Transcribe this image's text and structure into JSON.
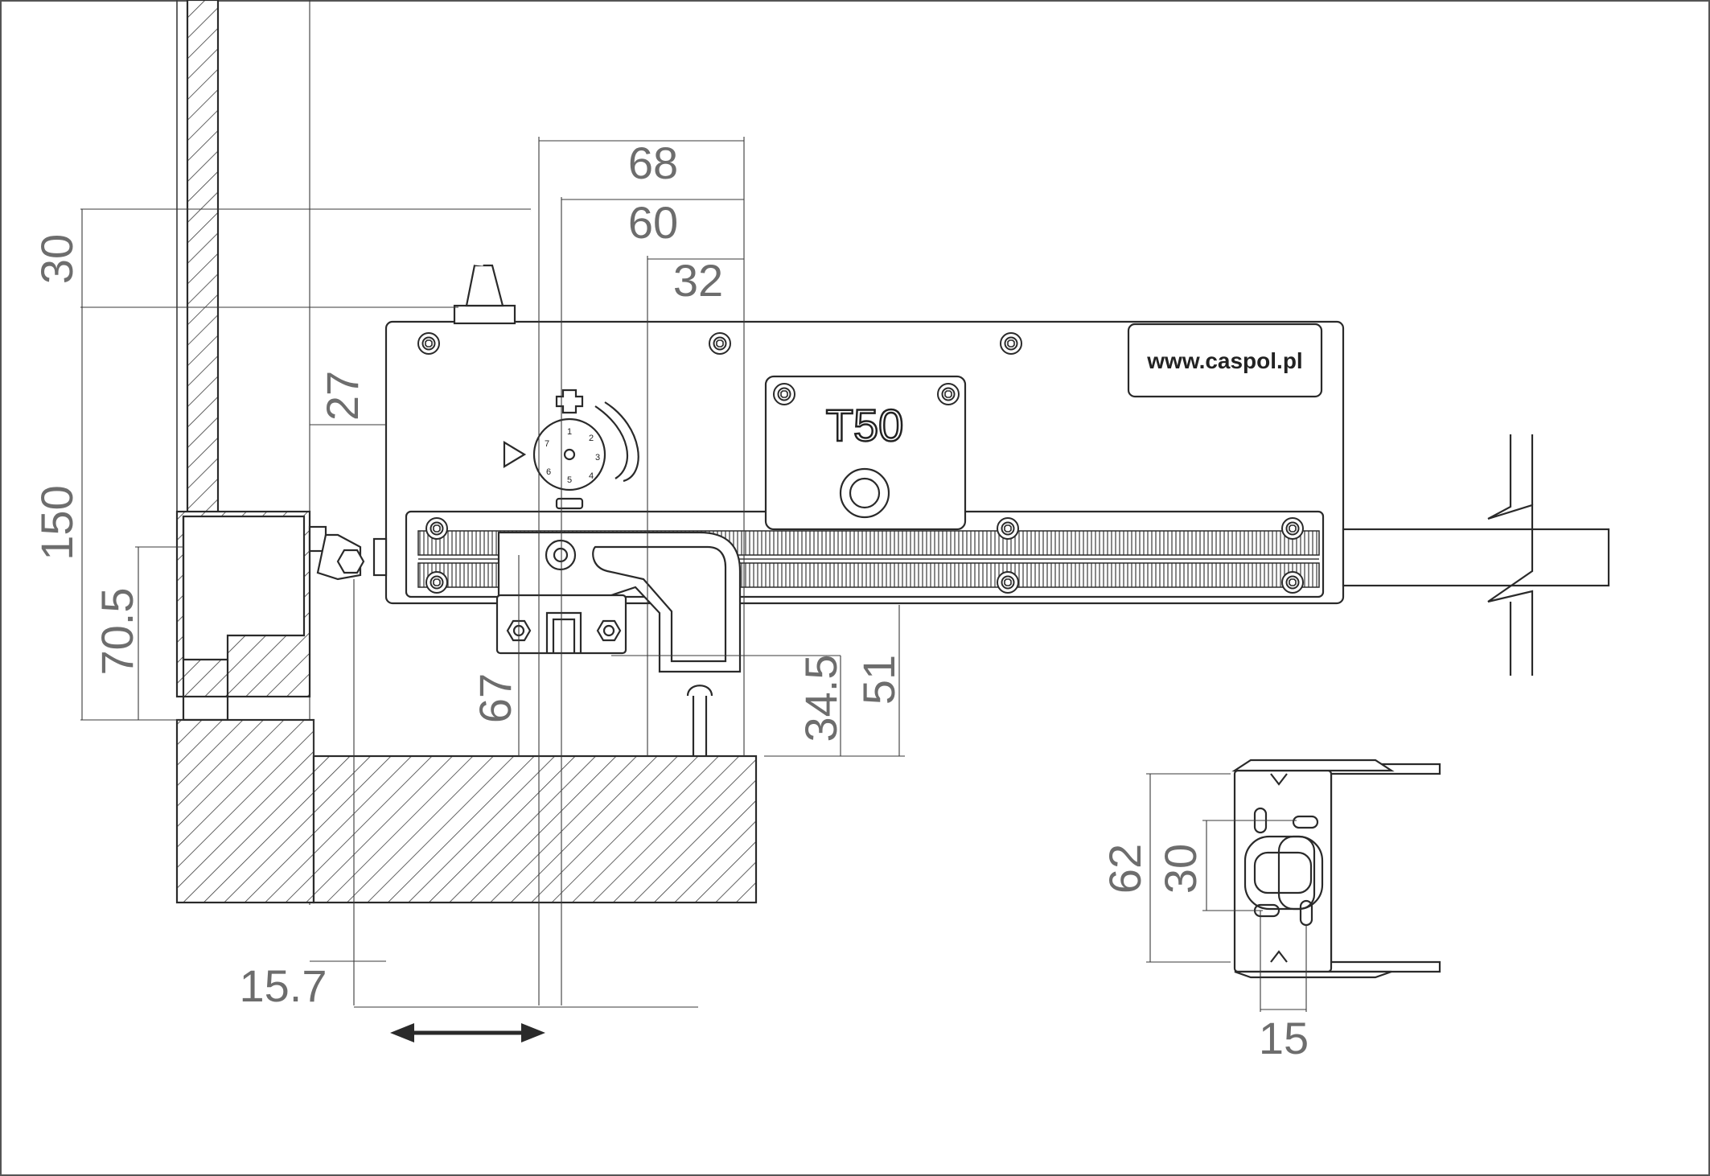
{
  "branding": {
    "website": "www.caspol.pl",
    "model": "T50"
  },
  "dimensions": {
    "width_68": "68",
    "width_60": "60",
    "width_32": "32",
    "height_30": "30",
    "offset_27": "27",
    "height_150": "150",
    "height_70_5": "70.5",
    "height_67": "67",
    "height_34_5": "34.5",
    "height_51": "51",
    "offset_15_7": "15.7",
    "bracket_62": "62",
    "bracket_30": "30",
    "bracket_15": "15"
  },
  "dial": {
    "plus": "+",
    "minus": "−",
    "marks": [
      "1",
      "2",
      "3",
      "4",
      "5",
      "6",
      "7"
    ]
  },
  "colors": {
    "line": "#2a2a2a",
    "dimension_text": "#6d6d6d",
    "background": "#ffffff"
  },
  "icons": [
    "screw-icon",
    "adjustment-dial-icon",
    "play-triangle-icon",
    "double-arrow-icon",
    "break-line-icon"
  ]
}
